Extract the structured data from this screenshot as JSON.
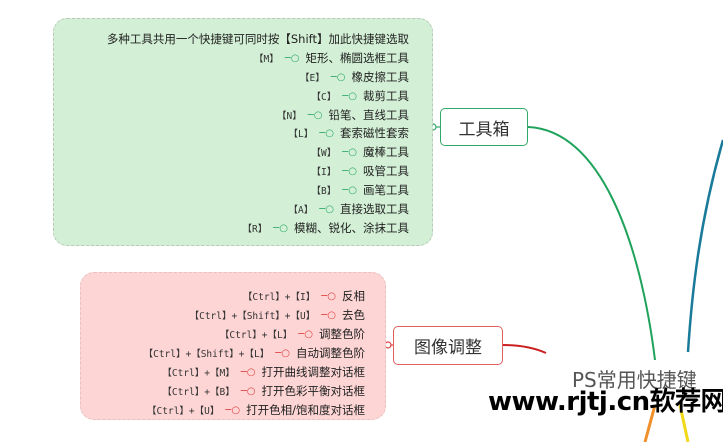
{
  "toolbox": {
    "title": "工具箱",
    "color": "#2fa86a",
    "note": "多种工具共用一个快捷键可同时按【Shift】加此快捷键选取",
    "items": [
      {
        "key": "【M】",
        "label": "矩形、椭圆选框工具"
      },
      {
        "key": "【E】",
        "label": "橡皮擦工具"
      },
      {
        "key": "【C】",
        "label": "裁剪工具"
      },
      {
        "key": "【N】",
        "label": "铅笔、直线工具"
      },
      {
        "key": "【L】",
        "label": "套索磁性套索"
      },
      {
        "key": "【W】",
        "label": "魔棒工具"
      },
      {
        "key": "【I】",
        "label": "吸管工具"
      },
      {
        "key": "【B】",
        "label": "画笔工具"
      },
      {
        "key": "【A】",
        "label": "直接选取工具"
      },
      {
        "key": "【R】",
        "label": "模糊、锐化、涂抹工具"
      }
    ]
  },
  "image_adjust": {
    "title": "图像调整",
    "color": "#e04040",
    "items": [
      {
        "key": "【Ctrl】+【I】",
        "label": "反相"
      },
      {
        "key": "【Ctrl】+【Shift】+【U】",
        "label": "去色"
      },
      {
        "key": "【Ctrl】+【L】",
        "label": "调整色阶"
      },
      {
        "key": "【Ctrl】+【Shift】+【L】",
        "label": "自动调整色阶"
      },
      {
        "key": "【Ctrl】+【M】",
        "label": "打开曲线调整对话框"
      },
      {
        "key": "【Ctrl】+【B】",
        "label": "打开色彩平衡对话框"
      },
      {
        "key": "【Ctrl】+【U】",
        "label": "打开色相/饱和度对话框"
      }
    ]
  },
  "central_topic": "PS常用快捷键",
  "watermark": "www.rjtj.cn软荐网"
}
